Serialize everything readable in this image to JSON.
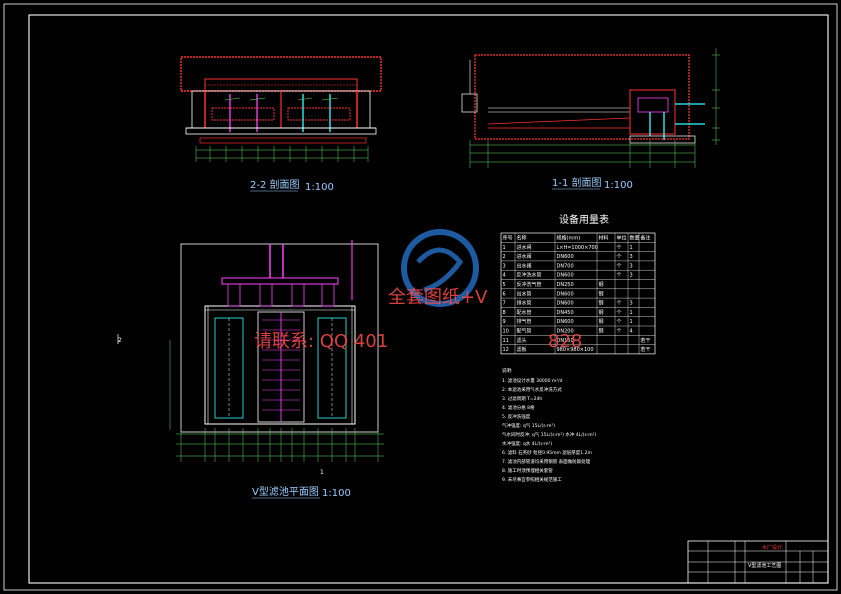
{
  "views": {
    "section_2_2": {
      "title": "2-2 剖面图",
      "scale": "1:100"
    },
    "section_1_1": {
      "title": "1-1 剖面图",
      "scale": "1:100"
    },
    "plan": {
      "title": "V型滤池平面图",
      "scale": "1:100"
    }
  },
  "equipment_table": {
    "title": "设备用量表",
    "headers": [
      "序号",
      "名称",
      "规格(mm)",
      "材料",
      "单位",
      "数量",
      "备注"
    ],
    "rows": [
      [
        "1",
        "进水闸",
        "L×H=1000×700",
        "",
        "个",
        "1",
        ""
      ],
      [
        "2",
        "进水阀",
        "DN600",
        "",
        "个",
        "3",
        ""
      ],
      [
        "3",
        "出水阀",
        "DN700",
        "",
        "个",
        "3",
        ""
      ],
      [
        "4",
        "反冲洗水管",
        "DN600",
        "",
        "个",
        "3",
        ""
      ],
      [
        "5",
        "反冲洗气管",
        "DN250",
        "钢",
        "",
        "",
        ""
      ],
      [
        "6",
        "出水管",
        "DN600",
        "钢",
        "",
        "",
        ""
      ],
      [
        "7",
        "排水管",
        "DN600",
        "钢",
        "个",
        "3",
        ""
      ],
      [
        "8",
        "配水管",
        "DN450",
        "钢",
        "个",
        "1",
        ""
      ],
      [
        "9",
        "排气管",
        "DN600",
        "钢",
        "个",
        "1",
        ""
      ],
      [
        "10",
        "配气管",
        "DN200",
        "钢",
        "个",
        "4",
        ""
      ],
      [
        "11",
        "滤头",
        "DN150",
        "",
        "",
        "",
        "若干"
      ],
      [
        "12",
        "滤板",
        "980×980×100",
        "",
        "",
        "",
        "若干"
      ]
    ]
  },
  "notes": {
    "header": "说明:",
    "lines": [
      "1. 滤池设计水量 30000 m³/d",
      "2. 本滤池采用气水反冲洗方式",
      "3. 过滤周期 T=24h",
      "4. 滤池分格 8格",
      "5. 反冲洗强度",
      "   气冲强度: q气 15L/(s·m²)",
      "   气水同时反冲: q气 15L/(s·m²)   水冲 4L/(s·m²)",
      "   水冲强度: q水 4L/(s·m²)",
      "6. 滤料 石英砂 粒径0.95mm 滤层厚度1.2m",
      "7. 滤池内部管道均采用钢管 表面做防腐处理",
      "8. 施工时须预埋相关套管",
      "9. 未尽事宜参照相关规范施工"
    ]
  },
  "watermark": {
    "line1": "全套图纸+V",
    "line2": "请联系: QQ 401",
    "digits": "828"
  },
  "title_block": {
    "drawing_name": "V型滤池工艺图",
    "project": "水厂设计"
  },
  "colors": {
    "background": "#000000",
    "line_white": "#ffffff",
    "concrete": "#ff3030",
    "pipe_magenta": "#ff40ff",
    "pipe_cyan": "#30ffff",
    "dimension": "#5fdc5f",
    "text": "#9cc8ff",
    "logo": "#1e5aa0"
  }
}
